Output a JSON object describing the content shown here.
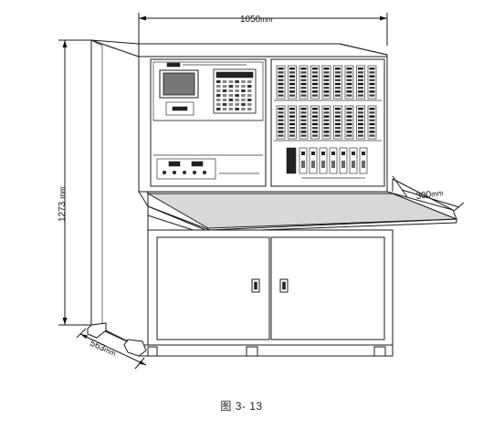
{
  "figure": {
    "caption": "图 3- 13",
    "dimensions": {
      "width_label": "1050",
      "width_unit": "mm",
      "height_label": "1273",
      "height_unit": "mm",
      "depth_label": "563",
      "depth_unit": "mm",
      "desk_label": "300",
      "desk_unit": "mm"
    }
  }
}
